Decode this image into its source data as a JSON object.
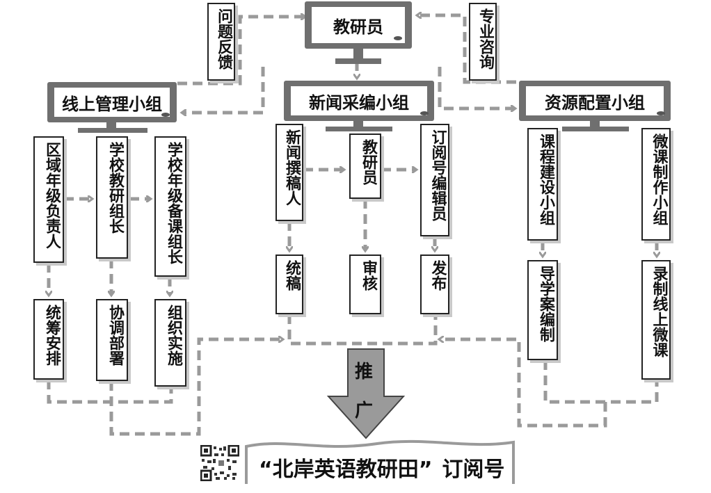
{
  "top": {
    "center": "教研员",
    "left_feedback": "问题反馈",
    "right_consult": "专业咨询"
  },
  "groups": {
    "online": "线上管理小组",
    "news": "新闻采编小组",
    "resource": "资源配置小组"
  },
  "online_col": {
    "a": "区域年级负责人",
    "b": "学校教研组长",
    "c": "学校年级备课组长",
    "a2": "统筹安排",
    "b2": "协调部署",
    "c2": "组织实施"
  },
  "news_col": {
    "a": "新闻撰稿人",
    "b": "教研员",
    "c": "订阅号编辑员",
    "a2": "统稿",
    "b2": "审核",
    "c2": "发布"
  },
  "resource_col": {
    "a": "课程建设小组",
    "b": "微课制作小组",
    "a2": "导学案编制",
    "b2": "录制线上微课"
  },
  "promote": {
    "c1": "推",
    "c2": "广"
  },
  "banner": {
    "title": "“北岸英语教研田”",
    "sub": "订阅号"
  }
}
